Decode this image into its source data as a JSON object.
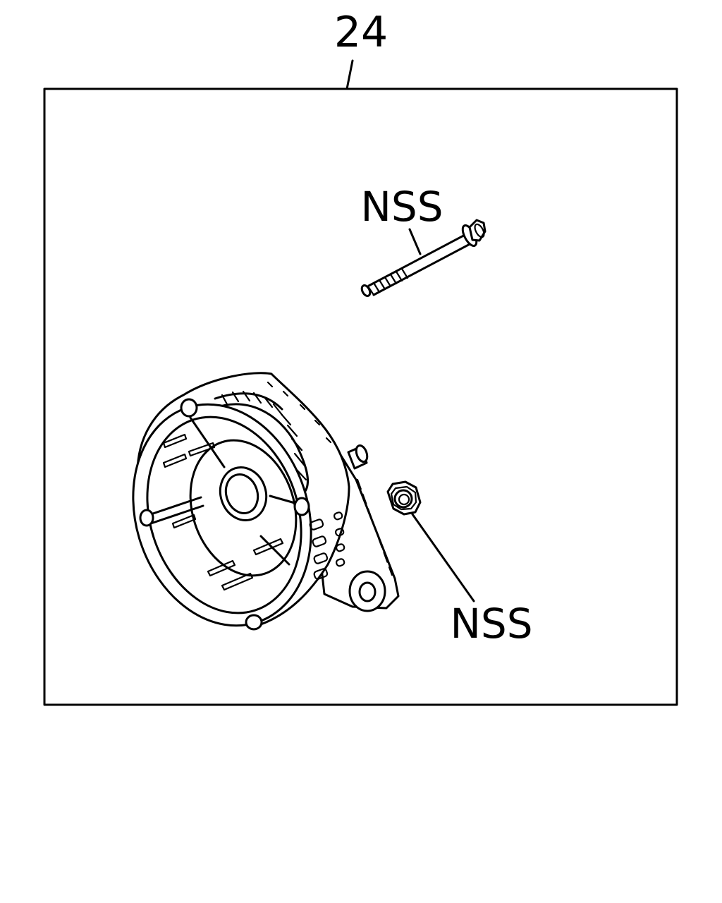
{
  "diagram": {
    "kit_number": "24",
    "parts": [
      {
        "id": "bolt",
        "label": "NSS"
      },
      {
        "id": "nut",
        "label": "NSS"
      }
    ],
    "colors": {
      "line": "#000000",
      "background": "#ffffff"
    }
  }
}
